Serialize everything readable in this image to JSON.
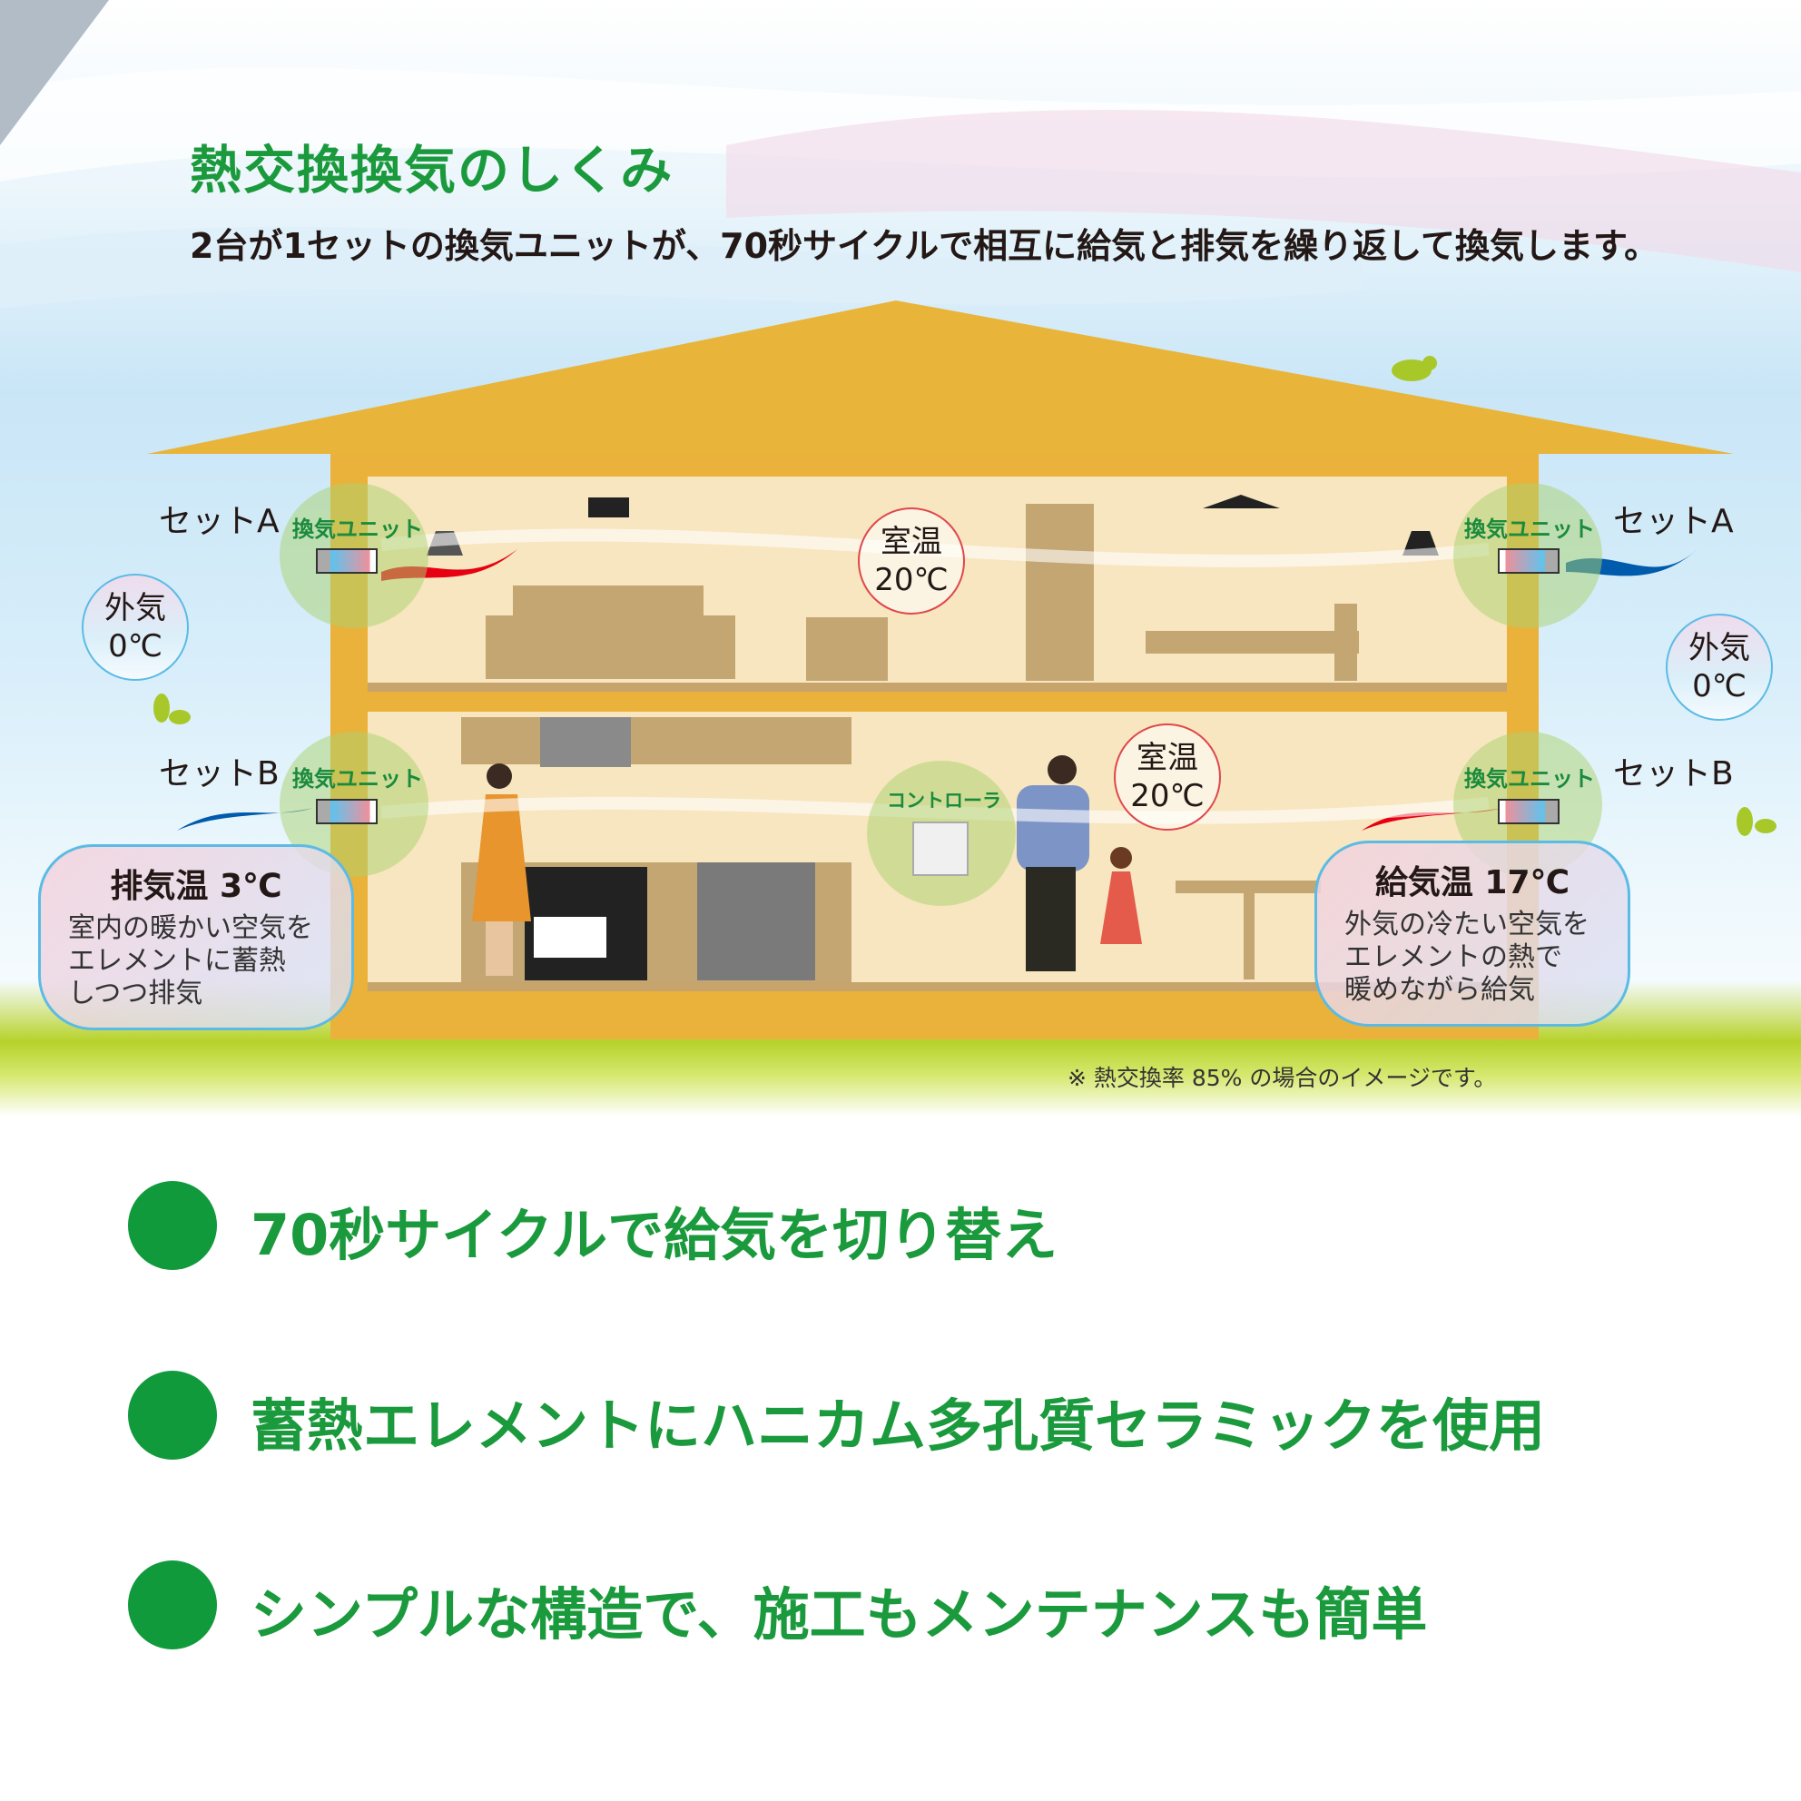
{
  "header": {
    "title": "熱交換換気のしくみ",
    "subtitle": "2台が1セットの換気ユニットが、70秒サイクルで相互に給気と排気を繰り返して換気します。"
  },
  "diagram": {
    "left": {
      "set_a": "セットA",
      "set_b": "セットB",
      "outside_label": "外気",
      "outside_temp": "0℃",
      "unit_a": "換気ユニット",
      "unit_b": "換気ユニット",
      "info_title": "排気温 3℃",
      "info_lines": [
        "室内の暖かい空気を",
        "エレメントに蓄熱",
        "しつつ排気"
      ]
    },
    "right": {
      "set_a": "セットA",
      "set_b": "セットB",
      "outside_label": "外気",
      "outside_temp": "0℃",
      "unit_a": "換気ユニット",
      "unit_b": "換気ユニット",
      "info_title": "給気温 17℃",
      "info_lines": [
        "外気の冷たい空気を",
        "エレメントの熱で",
        "暖めながら給気"
      ]
    },
    "room_upper": {
      "label": "室温",
      "temp": "20℃"
    },
    "room_lower": {
      "label": "室温",
      "temp": "20℃"
    },
    "controller": "コントローラ",
    "note": "※ 熱交換率 85% の場合のイメージです。",
    "colors": {
      "warm": "#e60012",
      "cold": "#005bac",
      "green": "#1a9a3c"
    }
  },
  "features": [
    "70秒サイクルで給気を切り替え",
    "蓄熱エレメントにハニカム多孔質セラミックを使用",
    "シンプルな構造で、施工もメンテナンスも簡単"
  ]
}
